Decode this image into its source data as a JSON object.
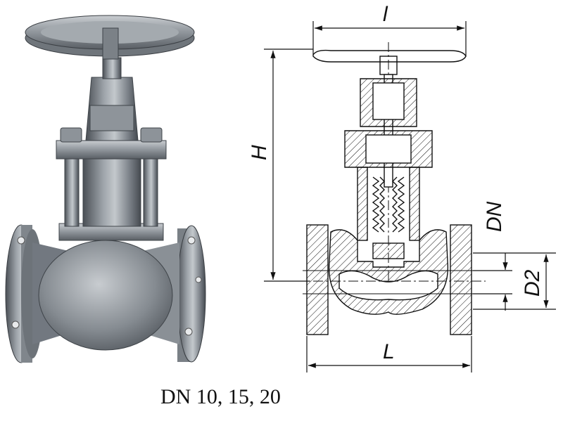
{
  "caption": "DN 10, 15, 20",
  "dimensions": {
    "l": "l",
    "H": "H",
    "DN": "DN",
    "D2": "D2",
    "L": "L"
  }
}
